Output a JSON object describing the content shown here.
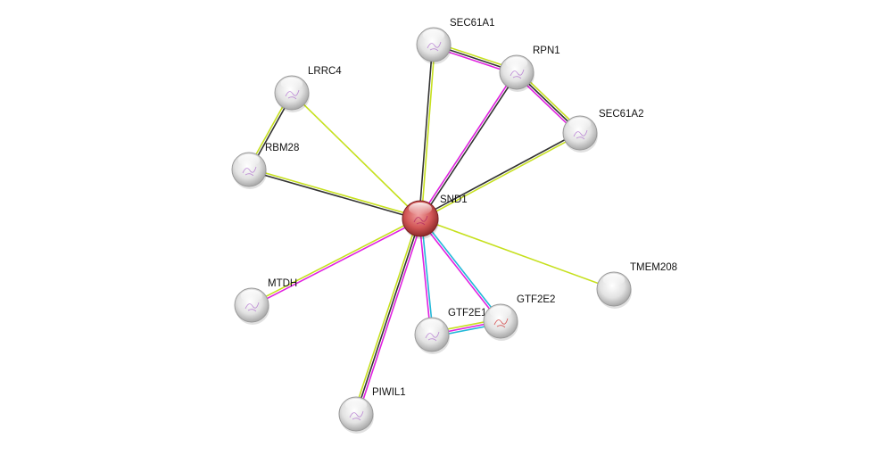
{
  "network": {
    "query_node": "SND1",
    "nodes": [
      {
        "id": "SND1",
        "color": "#d35c5c",
        "query": true
      },
      {
        "id": "SEC61A1",
        "color": "#e6e6e6"
      },
      {
        "id": "RPN1",
        "color": "#e6e6e6"
      },
      {
        "id": "SEC61A2",
        "color": "#e6e6e6"
      },
      {
        "id": "LRRC4",
        "color": "#e6e6e6"
      },
      {
        "id": "RBM28",
        "color": "#e6e6e6"
      },
      {
        "id": "MTDH",
        "color": "#e6e6e6"
      },
      {
        "id": "TMEM208",
        "color": "#e6e6e6"
      },
      {
        "id": "GTF2E1",
        "color": "#e6e6e6"
      },
      {
        "id": "GTF2E2",
        "color": "#e6e6e6"
      },
      {
        "id": "PIWIL1",
        "color": "#e6e6e6"
      }
    ],
    "edge_colors": {
      "textmining": "#c6e01e",
      "coexpression": "#333333",
      "experiments": "#e020e0",
      "databases": "#22b8d8"
    },
    "edges": [
      {
        "a": "SND1",
        "b": "SEC61A1",
        "evidence": [
          "coexpression",
          "textmining"
        ]
      },
      {
        "a": "SEC61A1",
        "b": "RPN1",
        "evidence": [
          "textmining",
          "coexpression",
          "experiments"
        ]
      },
      {
        "a": "RPN1",
        "b": "SEC61A2",
        "evidence": [
          "textmining",
          "coexpression",
          "experiments"
        ]
      },
      {
        "a": "SND1",
        "b": "RPN1",
        "evidence": [
          "experiments",
          "coexpression"
        ]
      },
      {
        "a": "SND1",
        "b": "SEC61A2",
        "evidence": [
          "coexpression",
          "textmining"
        ]
      },
      {
        "a": "SND1",
        "b": "LRRC4",
        "evidence": [
          "textmining"
        ]
      },
      {
        "a": "LRRC4",
        "b": "RBM28",
        "evidence": [
          "coexpression",
          "textmining"
        ]
      },
      {
        "a": "SND1",
        "b": "RBM28",
        "evidence": [
          "coexpression",
          "textmining"
        ]
      },
      {
        "a": "SND1",
        "b": "MTDH",
        "evidence": [
          "experiments",
          "textmining"
        ]
      },
      {
        "a": "SND1",
        "b": "TMEM208",
        "evidence": [
          "textmining"
        ]
      },
      {
        "a": "SND1",
        "b": "GTF2E1",
        "evidence": [
          "databases",
          "experiments"
        ]
      },
      {
        "a": "SND1",
        "b": "GTF2E2",
        "evidence": [
          "databases",
          "experiments"
        ]
      },
      {
        "a": "GTF2E1",
        "b": "GTF2E2",
        "evidence": [
          "textmining",
          "experiments",
          "databases"
        ]
      },
      {
        "a": "SND1",
        "b": "PIWIL1",
        "evidence": [
          "experiments",
          "coexpression",
          "textmining"
        ]
      }
    ]
  }
}
